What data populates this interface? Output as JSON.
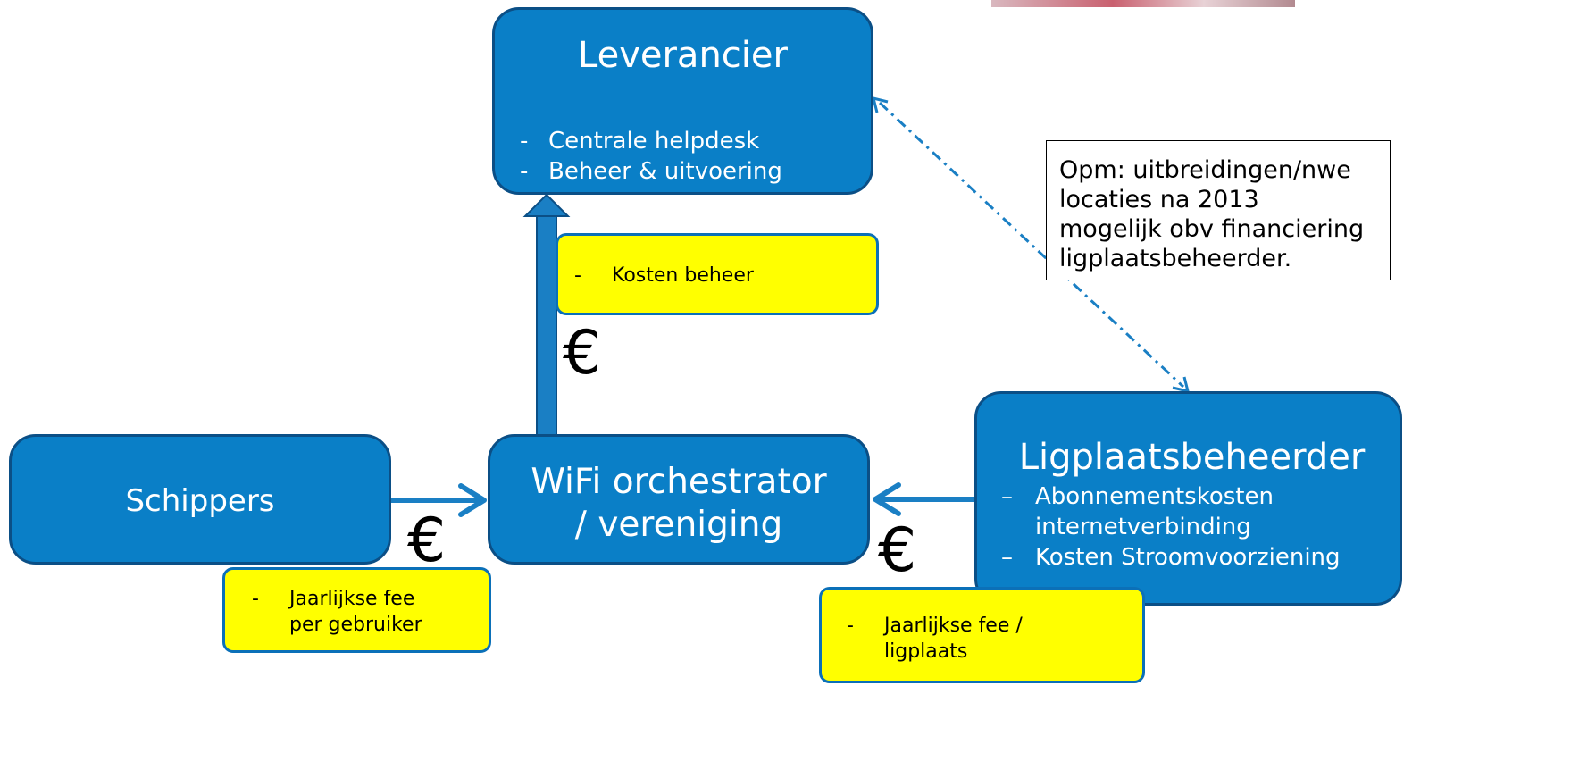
{
  "nodes": {
    "leverancier": {
      "title": "Leverancier",
      "items": [
        "Centrale helpdesk",
        "Beheer & uitvoering"
      ]
    },
    "schippers": {
      "title": "Schippers"
    },
    "orchestrator": {
      "title_line1": "WiFi orchestrator",
      "title_line2": "/ vereniging"
    },
    "ligplaats": {
      "title": "Ligplaatsbeheerder",
      "items": [
        "Abonnementskosten internetverbinding",
        "Kosten Stroomvoorziening"
      ]
    }
  },
  "notes": {
    "kosten_beheer": [
      "Kosten beheer"
    ],
    "schippers_fee": [
      "Jaarlijkse fee",
      "per gebruiker"
    ],
    "ligplaats_fee": [
      "Jaarlijkse fee /",
      "ligplaats"
    ]
  },
  "comment": {
    "lines": [
      "Opm: uitbreidingen/nwe",
      "locaties na 2013",
      "mogelijk obv financiering",
      "ligplaatsbeheerder."
    ]
  },
  "currency_symbol": "€",
  "bullet_dash": "-",
  "bullet_dash_en": "–",
  "colors": {
    "node_fill": "#0a7fc7",
    "node_border": "#0b4f86",
    "note_fill": "#ffff00",
    "arrow": "#1a7fc4"
  }
}
